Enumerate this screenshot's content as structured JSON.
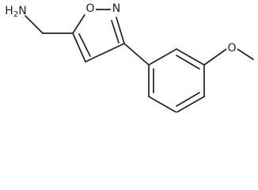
{
  "molecule": {
    "atoms": {
      "amine": "H2N",
      "ring_oxygen": "O",
      "ring_nitrogen": "N",
      "ether_oxygen": "O"
    }
  },
  "colors": {
    "bond": "#222222",
    "background": "#ffffff"
  }
}
